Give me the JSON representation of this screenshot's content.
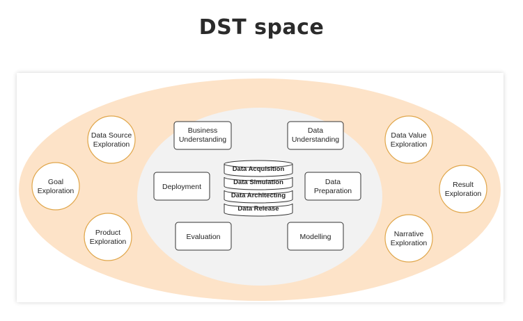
{
  "title": "DST space",
  "colors": {
    "outer_ellipse": "#fde3c8",
    "inner_circle": "#f2f2f2",
    "circle_border": "#e0a64a",
    "box_border": "#333333"
  },
  "left_explorations": [
    {
      "line1": "Data Source",
      "line2": "Exploration"
    },
    {
      "line1": "Goal",
      "line2": "Exploration"
    },
    {
      "line1": "Product",
      "line2": "Exploration"
    }
  ],
  "right_explorations": [
    {
      "line1": "Data Value",
      "line2": "Exploration"
    },
    {
      "line1": "Result",
      "line2": "Exploration"
    },
    {
      "line1": "Narrative",
      "line2": "Exploration"
    }
  ],
  "lifecycle": {
    "business_understanding": {
      "line1": "Business",
      "line2": "Understanding"
    },
    "data_understanding": {
      "line1": "Data",
      "line2": "Understanding"
    },
    "deployment": "Deployment",
    "data_preparation": {
      "line1": "Data",
      "line2": "Preparation"
    },
    "evaluation": "Evaluation",
    "modelling": "Modelling"
  },
  "data_stack": [
    "Data Acquisition",
    "Data Simulation",
    "Data Architecting",
    "Data Release"
  ]
}
